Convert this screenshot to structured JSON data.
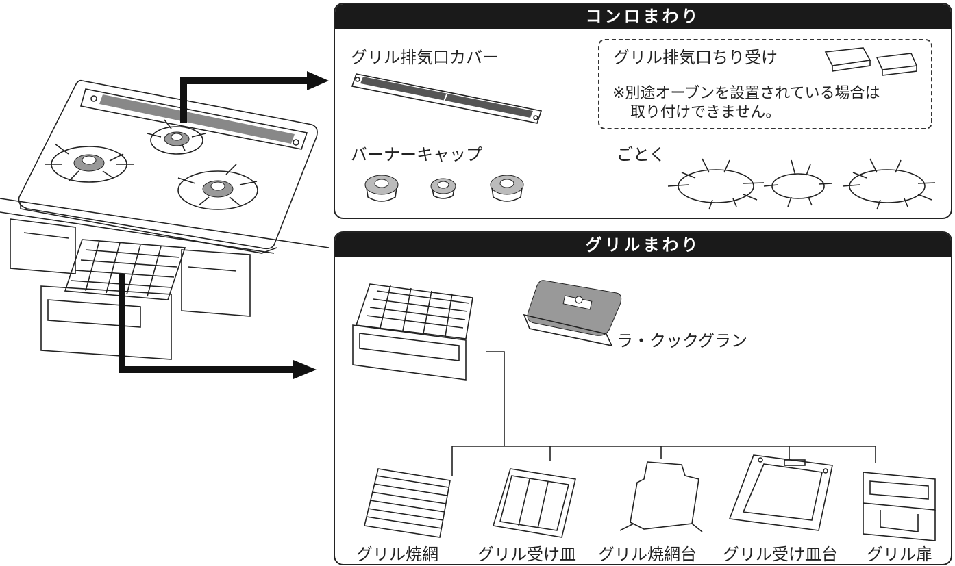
{
  "stove_panel": {
    "title": "コンロまわり",
    "exhaust_cover_label": "グリル排気口カバー",
    "dust_receiver_label": "グリル排気口ちり受け",
    "dust_receiver_note_line1": "※別途オーブンを設置されている場合は",
    "dust_receiver_note_line2": "取り付けできません。",
    "burner_cap_label": "バーナーキャップ",
    "trivet_label": "ごとく"
  },
  "grill_panel": {
    "title": "グリルまわり",
    "la_cook_label": "ラ・クックグラン",
    "parts": [
      {
        "label": "グリル焼網"
      },
      {
        "label": "グリル受け皿"
      },
      {
        "label": "グリル焼網台"
      },
      {
        "label": "グリル受け皿台"
      },
      {
        "label": "グリル扉"
      }
    ]
  },
  "colors": {
    "header_bg": "#1a1a1a",
    "header_text": "#ffffff",
    "line": "#222222"
  }
}
